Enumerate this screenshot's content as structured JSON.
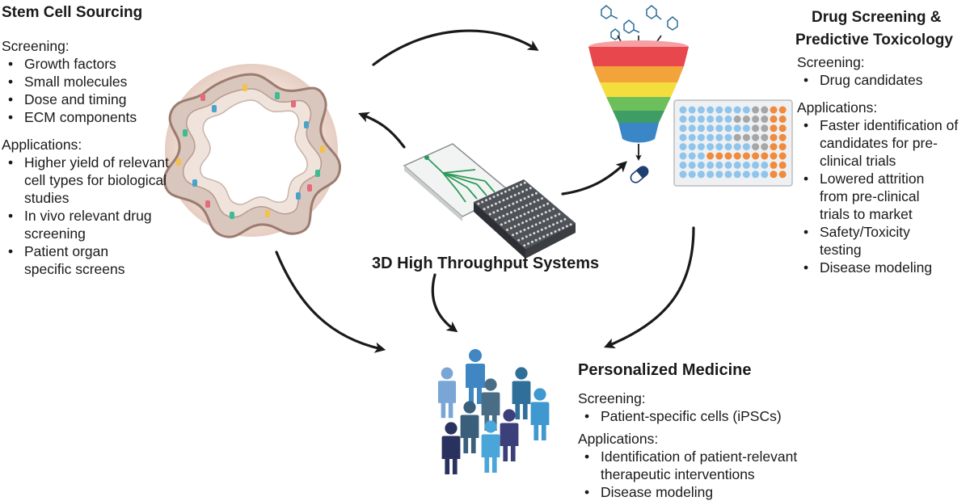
{
  "stem": {
    "title": "Stem Cell Sourcing",
    "screening_heading": "Screening:",
    "screening_items": [
      "Growth factors",
      "Small molecules",
      "Dose and timing",
      "ECM components"
    ],
    "applications_heading": "Applications:",
    "applications_items": [
      "Higher yield of relevant cell types for biological studies",
      "In vivo relevant drug screening",
      "Patient organ specific screens"
    ]
  },
  "drug": {
    "title_line1": "Drug Screening &",
    "title_line2": "Predictive Toxicology",
    "screening_heading": "Screening:",
    "screening_items": [
      "Drug candidates"
    ],
    "applications_heading": "Applications:",
    "applications_items": [
      "Faster identification of candidates for pre-clinical trials",
      "Lowered attrition from pre-clinical trials to market",
      "Safety/Toxicity testing",
      "Disease modeling"
    ]
  },
  "center": {
    "title": "3D High Throughput Systems"
  },
  "medicine": {
    "title": "Personalized Medicine",
    "screening_heading": "Screening:",
    "screening_items": [
      "Patient-specific cells (iPSCs)"
    ],
    "applications_heading": "Applications:",
    "applications_items": [
      "Identification of patient-relevant therapeutic interventions",
      "Disease modeling"
    ]
  },
  "colors": {
    "funnel": [
      "#e8474d",
      "#f2a33a",
      "#f4de3d",
      "#6cbf5a",
      "#3e9d64",
      "#3a86c6"
    ],
    "well_blue": "#8fc5ec",
    "well_orange": "#f08a3c",
    "well_gray": "#a6a6a6",
    "chip_green": "#2e9a5a",
    "arrow": "#1a1a1a"
  },
  "icons": [
    "stem-cell-organoid-icon",
    "microfluidic-chip-icon",
    "well-plate-icon",
    "molecule-icon",
    "funnel-icon",
    "pill-capsule-icon",
    "assay-plate-icon",
    "people-group-icon"
  ]
}
